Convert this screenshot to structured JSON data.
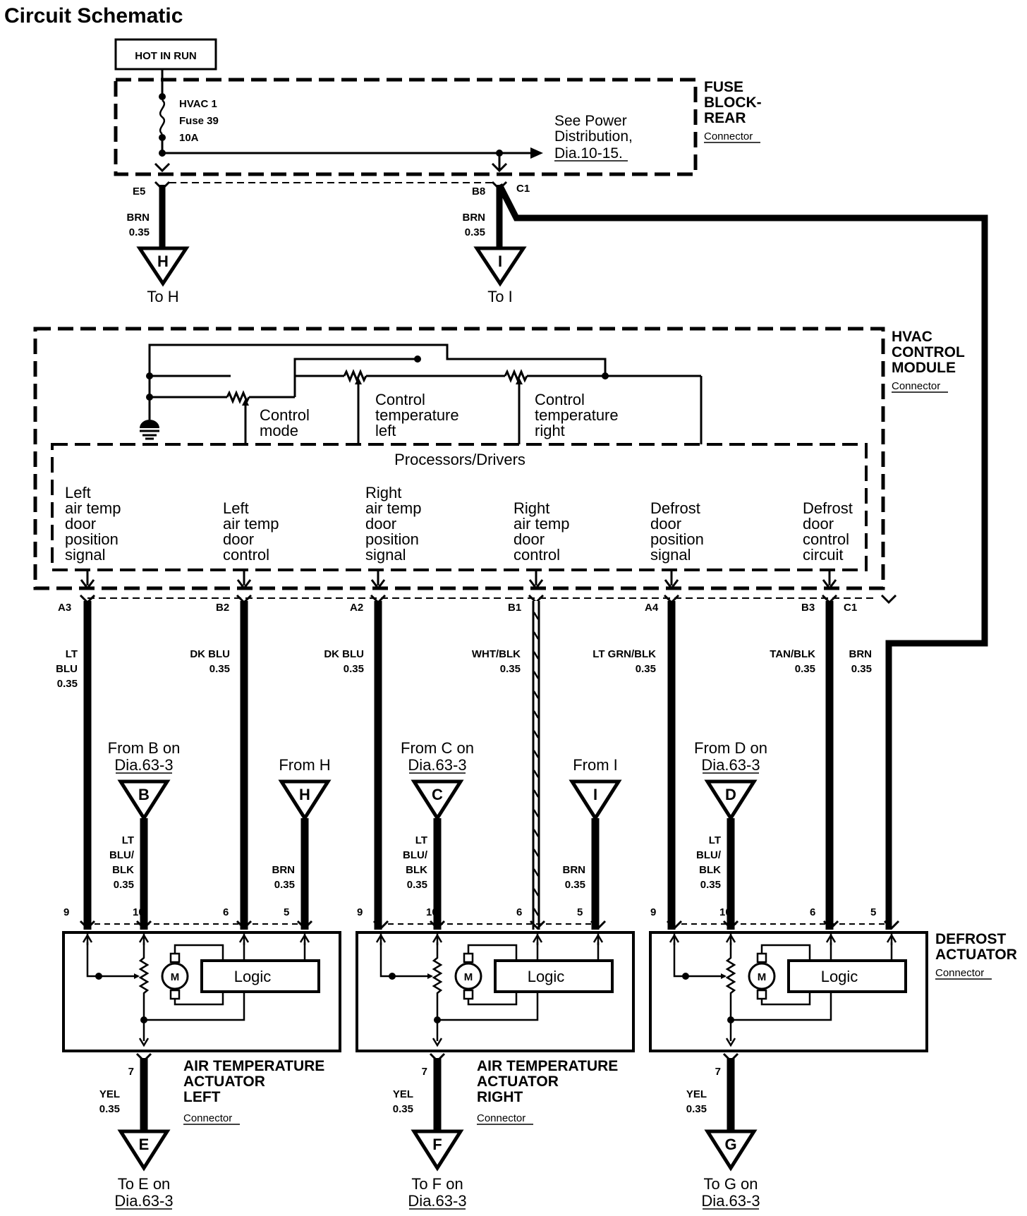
{
  "title": "Circuit Schematic",
  "hot_label": "HOT IN RUN",
  "fuse_block": {
    "name_lines": [
      "FUSE",
      "BLOCK-",
      "REAR"
    ],
    "connector": "Connector",
    "fuse_lines": [
      "HVAC 1",
      "Fuse 39",
      "10A"
    ],
    "see_lines": [
      "See Power",
      "Distribution,"
    ],
    "see_link": "Dia.10-15.",
    "pins": {
      "e5": "E5",
      "b8": "B8",
      "c1": "C1"
    }
  },
  "top_wires": [
    {
      "color": "BRN",
      "size": "0.35",
      "tri": "H",
      "to": "To H"
    },
    {
      "color": "BRN",
      "size": "0.35",
      "tri": "I",
      "to": "To I"
    }
  ],
  "hvac_module": {
    "name_lines": [
      "HVAC",
      "CONTROL",
      "MODULE"
    ],
    "connector": "Connector",
    "controls": [
      [
        "Control",
        "mode"
      ],
      [
        "Control",
        "temperature",
        "left"
      ],
      [
        "Control",
        "temperature",
        "right"
      ]
    ],
    "processors": "Processors/Drivers",
    "signals": [
      [
        "Left",
        "air temp",
        "door",
        "position",
        "signal"
      ],
      [
        "Left",
        "air temp",
        "door",
        "control"
      ],
      [
        "Right",
        "air temp",
        "door",
        "position",
        "signal"
      ],
      [
        "Right",
        "air temp",
        "door",
        "control"
      ],
      [
        "Defrost",
        "door",
        "position",
        "signal"
      ],
      [
        "Defrost",
        "door",
        "control",
        "circuit"
      ]
    ],
    "pins": [
      "A3",
      "B2",
      "A2",
      "B1",
      "A4",
      "B3",
      "C1"
    ]
  },
  "mid_wires": [
    {
      "lines": [
        "LT",
        "BLU",
        "0.35"
      ]
    },
    {
      "lines": [
        "DK BLU",
        "0.35"
      ]
    },
    {
      "lines": [
        "DK BLU",
        "0.35"
      ]
    },
    {
      "lines": [
        "WHT/BLK",
        "0.35"
      ]
    },
    {
      "lines": [
        "LT GRN/BLK",
        "0.35"
      ]
    },
    {
      "lines": [
        "TAN/BLK",
        "0.35"
      ]
    },
    {
      "lines": [
        "BRN",
        "0.35"
      ]
    }
  ],
  "from_connectors": [
    {
      "lines": [
        "From B on"
      ],
      "link": "Dia.63-3",
      "tri": "B",
      "wire": [
        "LT",
        "BLU/",
        "BLK",
        "0.35"
      ]
    },
    {
      "lines": [
        "From H"
      ],
      "link": "",
      "tri": "H",
      "wire": [
        "BRN",
        "0.35"
      ]
    },
    {
      "lines": [
        "From C on"
      ],
      "link": "Dia.63-3",
      "tri": "C",
      "wire": [
        "LT",
        "BLU/",
        "BLK",
        "0.35"
      ]
    },
    {
      "lines": [
        "From I"
      ],
      "link": "",
      "tri": "I",
      "wire": [
        "BRN",
        "0.35"
      ]
    },
    {
      "lines": [
        "From D on"
      ],
      "link": "Dia.63-3",
      "tri": "D",
      "wire": [
        "LT",
        "BLU/",
        "BLK",
        "0.35"
      ]
    }
  ],
  "actuators": [
    {
      "name_lines": [
        "AIR TEMPERATURE",
        "ACTUATOR",
        "LEFT"
      ],
      "connector": "Connector",
      "pins": [
        "9",
        "10",
        "6",
        "5"
      ],
      "motor": "M",
      "logic": "Logic",
      "out_pin": "7",
      "out_wire": [
        "YEL",
        "0.35"
      ],
      "tri": "E",
      "to": "To E on",
      "link": "Dia.63-3"
    },
    {
      "name_lines": [
        "AIR TEMPERATURE",
        "ACTUATOR",
        "RIGHT"
      ],
      "connector": "Connector",
      "pins": [
        "9",
        "10",
        "6",
        "5"
      ],
      "motor": "M",
      "logic": "Logic",
      "out_pin": "7",
      "out_wire": [
        "YEL",
        "0.35"
      ],
      "tri": "F",
      "to": "To F on",
      "link": "Dia.63-3"
    },
    {
      "name_lines": [
        "DEFROST",
        "ACTUATOR"
      ],
      "connector": "Connector",
      "pins": [
        "9",
        "10",
        "6",
        "5"
      ],
      "motor": "M",
      "logic": "Logic",
      "out_pin": "7",
      "out_wire": [
        "YEL",
        "0.35"
      ],
      "tri": "G",
      "to": "To G on",
      "link": "Dia.63-3"
    }
  ]
}
